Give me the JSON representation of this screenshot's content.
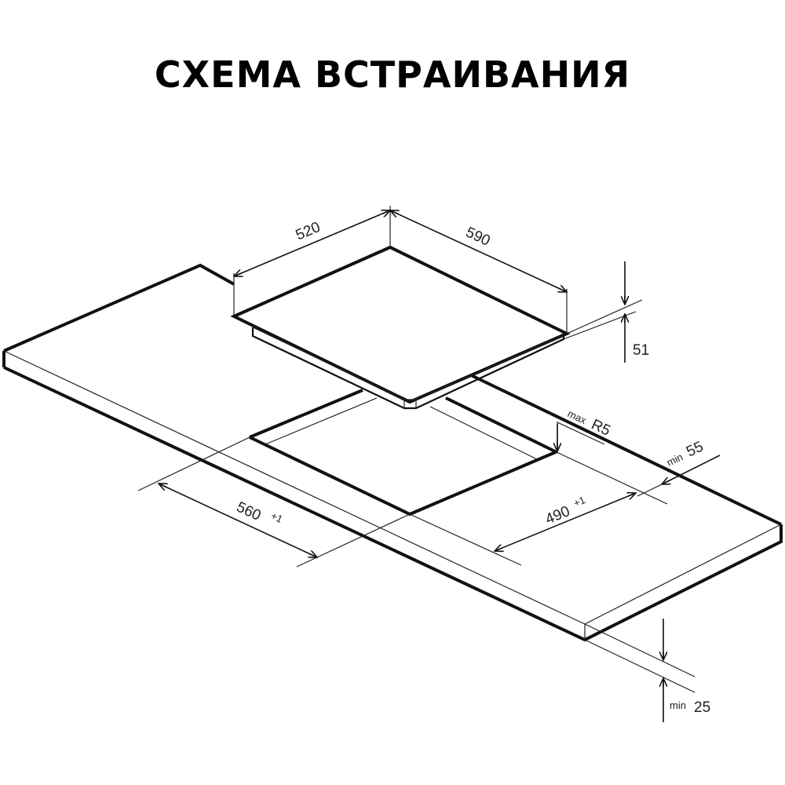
{
  "title": "СХЕМА ВСТРАИВАНИЯ",
  "dimensions": {
    "hob_width": {
      "value": "520"
    },
    "hob_depth": {
      "value": "590"
    },
    "hob_height": {
      "value": "51"
    },
    "cutout_width": {
      "value": "560",
      "tolerance": "+1"
    },
    "cutout_depth": {
      "value": "490",
      "tolerance": "+1"
    },
    "corner_radius": {
      "prefix": "max",
      "value": "R5"
    },
    "edge_distance": {
      "prefix": "min",
      "value": "55"
    },
    "countertop_thickness": {
      "prefix": "min",
      "value": "25"
    }
  },
  "colors": {
    "line": "#111111",
    "background": "#ffffff"
  }
}
